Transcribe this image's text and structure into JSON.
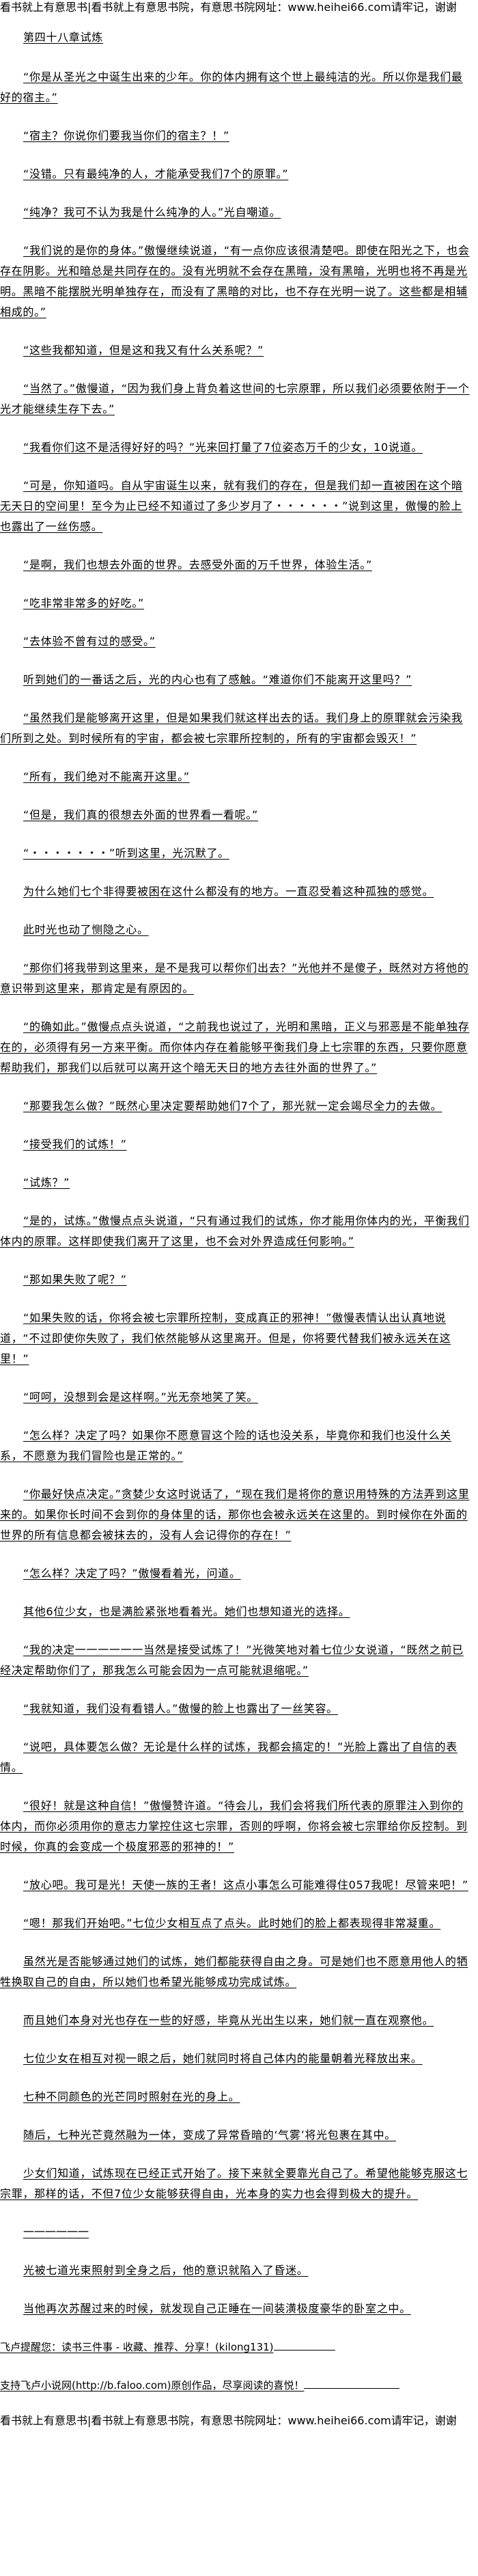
{
  "banner": "看书就上有意思书|看书就上有意思书院，有意思书院网址：www.heihei66.com请牢记，谢谢",
  "chapter": {
    "title": "第四十八章试炼",
    "paragraphs": [
      "“你是从圣光之中诞生出来的少年。你的体内拥有这个世上最纯洁的光。所以你是我们最好的宿主。”",
      "“宿主？你说你们要我当你们的宿主？！”",
      "“没错。只有最纯净的人，才能承受我们7个的原罪。”",
      "“纯净？我可不认为我是什么纯净的人。”光自嘲道。",
      "“我们说的是你的身体。”傲慢继续说道，“有一点你应该很清楚吧。即使在阳光之下，也会存在阴影。光和暗总是共同存在的。没有光明就不会存在黑暗，没有黑暗，光明也将不再是光明。黑暗不能摆脱光明单独存在，而没有了黑暗的对比，也不存在光明一说了。这些都是相辅相成的。”",
      "“这些我都知道，但是这和我又有什么关系呢？”",
      "“当然了。”傲慢道，“因为我们身上背负着这世间的七宗原罪，所以我们必须要依附于一个光才能继续生存下去。”",
      "“我看你们这不是活得好好的吗？”光来回打量了7位姿态万千的少女，10说道。",
      "“可是，你知道吗。自从宇宙诞生以来，就有我们的存在，但是我们却一直被困在这个暗无天日的空间里！至今为止已经不知道过了多少岁月了・・・・・・”说到这里，傲慢的脸上也露出了一丝伤感。",
      "“是啊，我们也想去外面的世界。去感受外面的万千世界，体验生活。”",
      "“吃非常非常多的好吃。”",
      "“去体验不曾有过的感受。”",
      "听到她们的一番话之后，光的内心也有了感触。“难道你们不能离开这里吗？”",
      "“虽然我们是能够离开这里，但是如果我们就这样出去的话。我们身上的原罪就会污染我们所到之处。到时候所有的宇宙，都会被七宗罪所控制的，所有的宇宙都会毁灭！”",
      "“所有，我们绝对不能离开这里。”",
      "“但是，我们真的很想去外面的世界看一看呢。”",
      "“・・・・・・・”听到这里，光沉默了。",
      "为什么她们七个非得要被困在这什么都没有的地方。一直忍受着这种孤独的感觉。",
      "此时光也动了恻隐之心。",
      "“那你们将我带到这里来，是不是我可以帮你们出去？”光他并不是傻子，既然对方将他的意识带到这里来，那肯定是有原因的。",
      "“的确如此。”傲慢点点头说道，“之前我也说过了，光明和黑暗，正义与邪恶是不能单独存在的，必须得有另一方来平衡。而你体内存在着能够平衡我们身上七宗罪的东西，只要你愿意帮助我们，那我们以后就可以离开这个暗无天日的地方去往外面的世界了。”",
      "“那要我怎么做？”既然心里决定要帮助她们7个了，那光就一定会竭尽全力的去做。",
      "“接受我们的试炼！”",
      "“试炼？”",
      "“是的，试炼。”傲慢点点头说道，“只有通过我们的试炼，你才能用你体内的光，平衡我们体内的原罪。这样即使我们离开了这里，也不会对外界造成任何影响。”",
      "“那如果失败了呢？”",
      "“如果失败的话，你将会被七宗罪所控制，变成真正的邪神！”傲慢表情认出认真地说道，“不过即使你失败了，我们依然能够从这里离开。但是，你将要代替我们被永远关在这里！”",
      "“呵呵，没想到会是这样啊。”光无奈地笑了笑。",
      "“怎么样？决定了吗？如果你不愿意冒这个险的话也没关系，毕竟你和我们也没什么关系，不愿意为我们冒险也是正常的。”",
      "“你最好快点决定。”贪婪少女这时说话了，“现在我们是将你的意识用特殊的方法弄到这里来的。如果你长时间不会到你的身体里的话，那你也会被永远关在这里的。到时候你在外面的世界的所有信息都会被抹去的，没有人会记得你的存在！”",
      "“怎么样？决定了吗？”傲慢看着光，问道。",
      "其他6位少女，也是满脸紧张地看着光。她们也想知道光的选择。",
      "“我的决定一一一一一一当然是接受试炼了！”光微笑地对着七位少女说道，“既然之前已经决定帮助你们了，那我怎么可能会因为一点可能就退缩呢。”",
      "“我就知道，我们没有看错人。”傲慢的脸上也露出了一丝笑容。",
      "“说吧，具体要怎么做？无论是什么样的试炼，我都会搞定的！”光脸上露出了自信的表情。",
      "“很好！就是这种自信！”傲慢赞许道。“待会儿，我们会将我们所代表的原罪注入到你的体内，而你必须用你的意志力掌控住这七宗罪，否则的呼啊，你将会被七宗罪给你反控制。到时候，你真的会变成一个极度邪恶的邪神的！”",
      "“放心吧。我可是光！天使一族的王者！这点小事怎么可能难得住057我呢！尽管来吧！”",
      "“嗯！那我们开始吧。”七位少女相互点了点头。此时她们的脸上都表现得非常凝重。",
      "虽然光是否能够通过她们的试炼，她们都能获得自由之身。可是她们也不愿意用他人的牺牲换取自己的自由，所以她们也希望光能够成功完成试炼。",
      "而且她们本身对光也存在一些的好感，毕竟从光出生以来，她们就一直在观察他。",
      "七位少女在相互对视一眼之后，她们就同时将自己体内的能量朝着光释放出来。",
      "七种不同颜色的光芒同时照射在光的身上。",
      "随后，七种光芒竟然融为一体，变成了异常昏暗的‘气雾’将光包裹在其中。",
      "少女们知道，试炼现在已经正式开始了。接下来就全要靠光自己了。希望他能够克服这七宗罪，那样的话，不但7位少女能够获得自由，光本身的实力也会得到极大的提升。",
      "一一一一一一",
      "光被七道光束照射到全身之后，他的意识就陷入了昏迷。",
      "当他再次苏醒过来的时候，就发现自己正睡在一间装潢极度豪华的卧室之中。"
    ]
  },
  "footer": {
    "reminder": "飞卢提醒您：读书三件事 - 收藏、推荐、分享！(kilong131)",
    "support": "支持飞卢小说网(http://b.faloo.com)原创作品，尽享阅读的喜悦！"
  }
}
